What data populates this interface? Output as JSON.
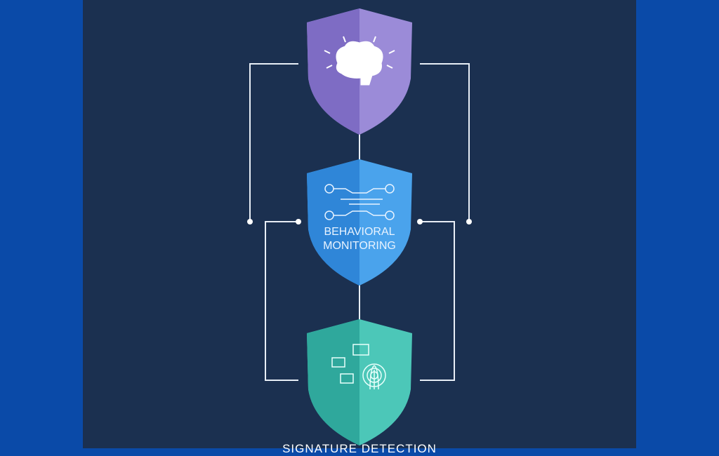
{
  "layers": [
    {
      "icon": "brain-icon",
      "label": "",
      "color_left": "#7e6cc4",
      "color_right": "#9b8bd8"
    },
    {
      "icon": "network-users-icon",
      "label_line1": "BEHAVIORAL",
      "label_line2": "MONITORING",
      "color_left": "#2f86d8",
      "color_right": "#4aa3ec"
    },
    {
      "icon": "fingerprint-icon",
      "label": "SIGNATURE DETECTION",
      "color_left": "#2fa89c",
      "color_right": "#4cc7b8"
    }
  ],
  "colors": {
    "background": "#0a4aa8",
    "panel": "#1b3050",
    "connector": "#ffffff"
  }
}
